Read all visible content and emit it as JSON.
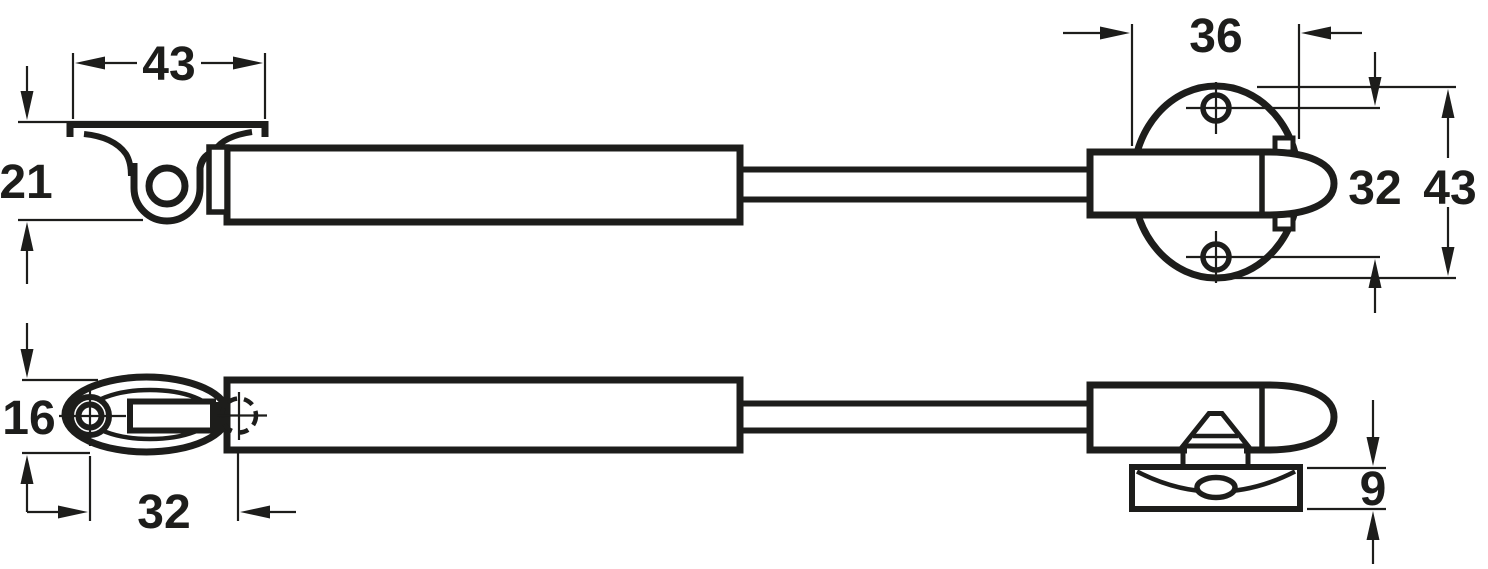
{
  "drawing": {
    "colors": {
      "line": "#1d1d1b",
      "background": "#ffffff"
    }
  },
  "dimensions": {
    "bracket_width": "43",
    "bracket_depth": "21",
    "plate_width": "36",
    "hole_spacing": "32",
    "plate_height": "43",
    "eyelet_diameter": "16",
    "pivot_offset": "32",
    "base_plate_height": "9"
  }
}
